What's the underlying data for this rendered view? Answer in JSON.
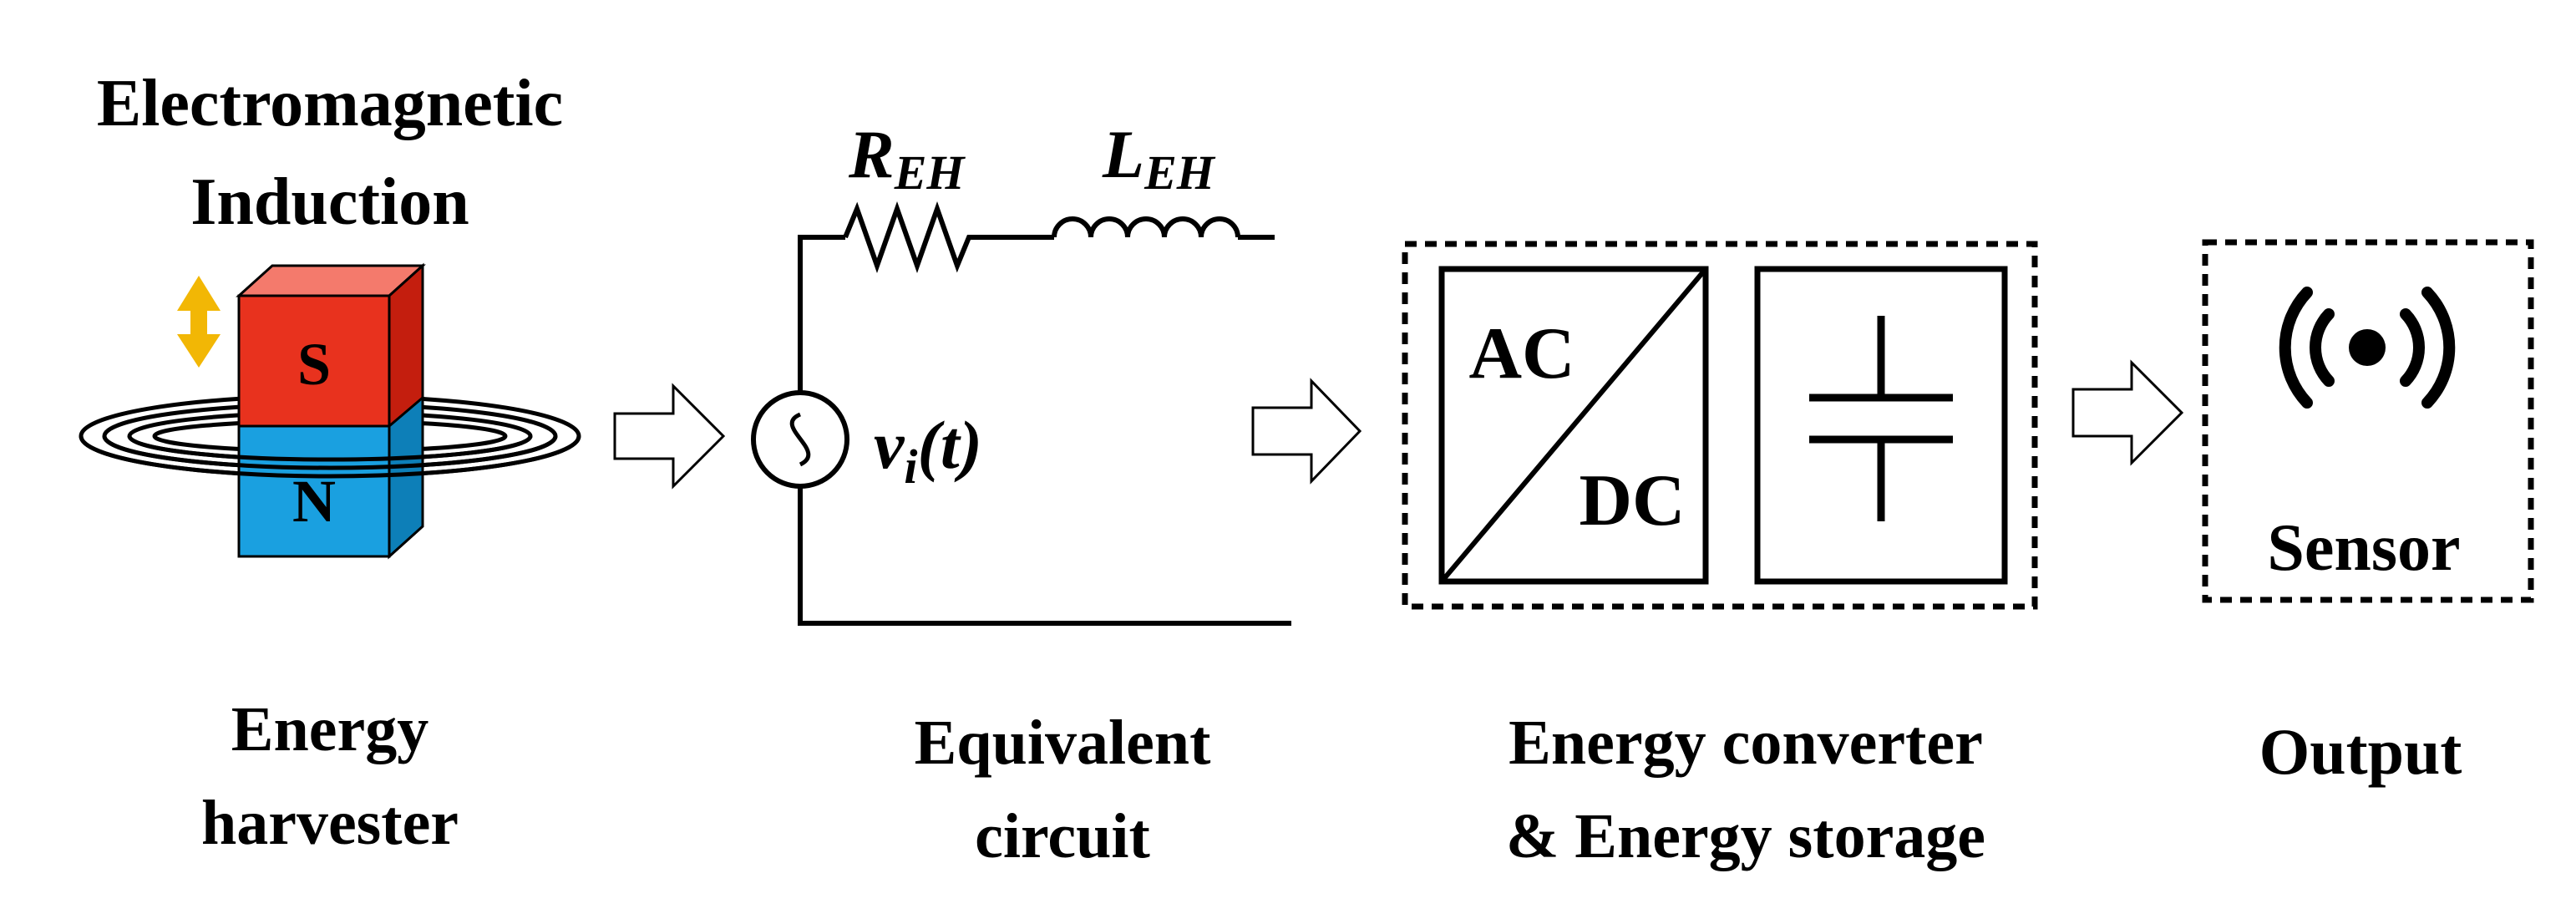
{
  "harvester": {
    "title_line1": "Electromagnetic",
    "title_line2": "Induction",
    "magnet_top_label": "S",
    "magnet_bottom_label": "N",
    "caption_line1": "Energy",
    "caption_line2": "harvester",
    "colors": {
      "south": "#e8321e",
      "north": "#1aa0e0",
      "arrow": "#f2b705"
    }
  },
  "circuit": {
    "resistor_label": "R",
    "resistor_sub": "EH",
    "inductor_label": "L",
    "inductor_sub": "EH",
    "source_label_v": "v",
    "source_label_sub": "i",
    "source_label_arg": "(t)",
    "caption_line1": "Equivalent",
    "caption_line2": "circuit"
  },
  "converter": {
    "ac_label": "AC",
    "dc_label": "DC",
    "caption_line1": "Energy converter",
    "caption_line2": "& Energy storage"
  },
  "output": {
    "sensor_label": "Sensor",
    "caption": "Output",
    "icon": "broadcast-icon"
  }
}
